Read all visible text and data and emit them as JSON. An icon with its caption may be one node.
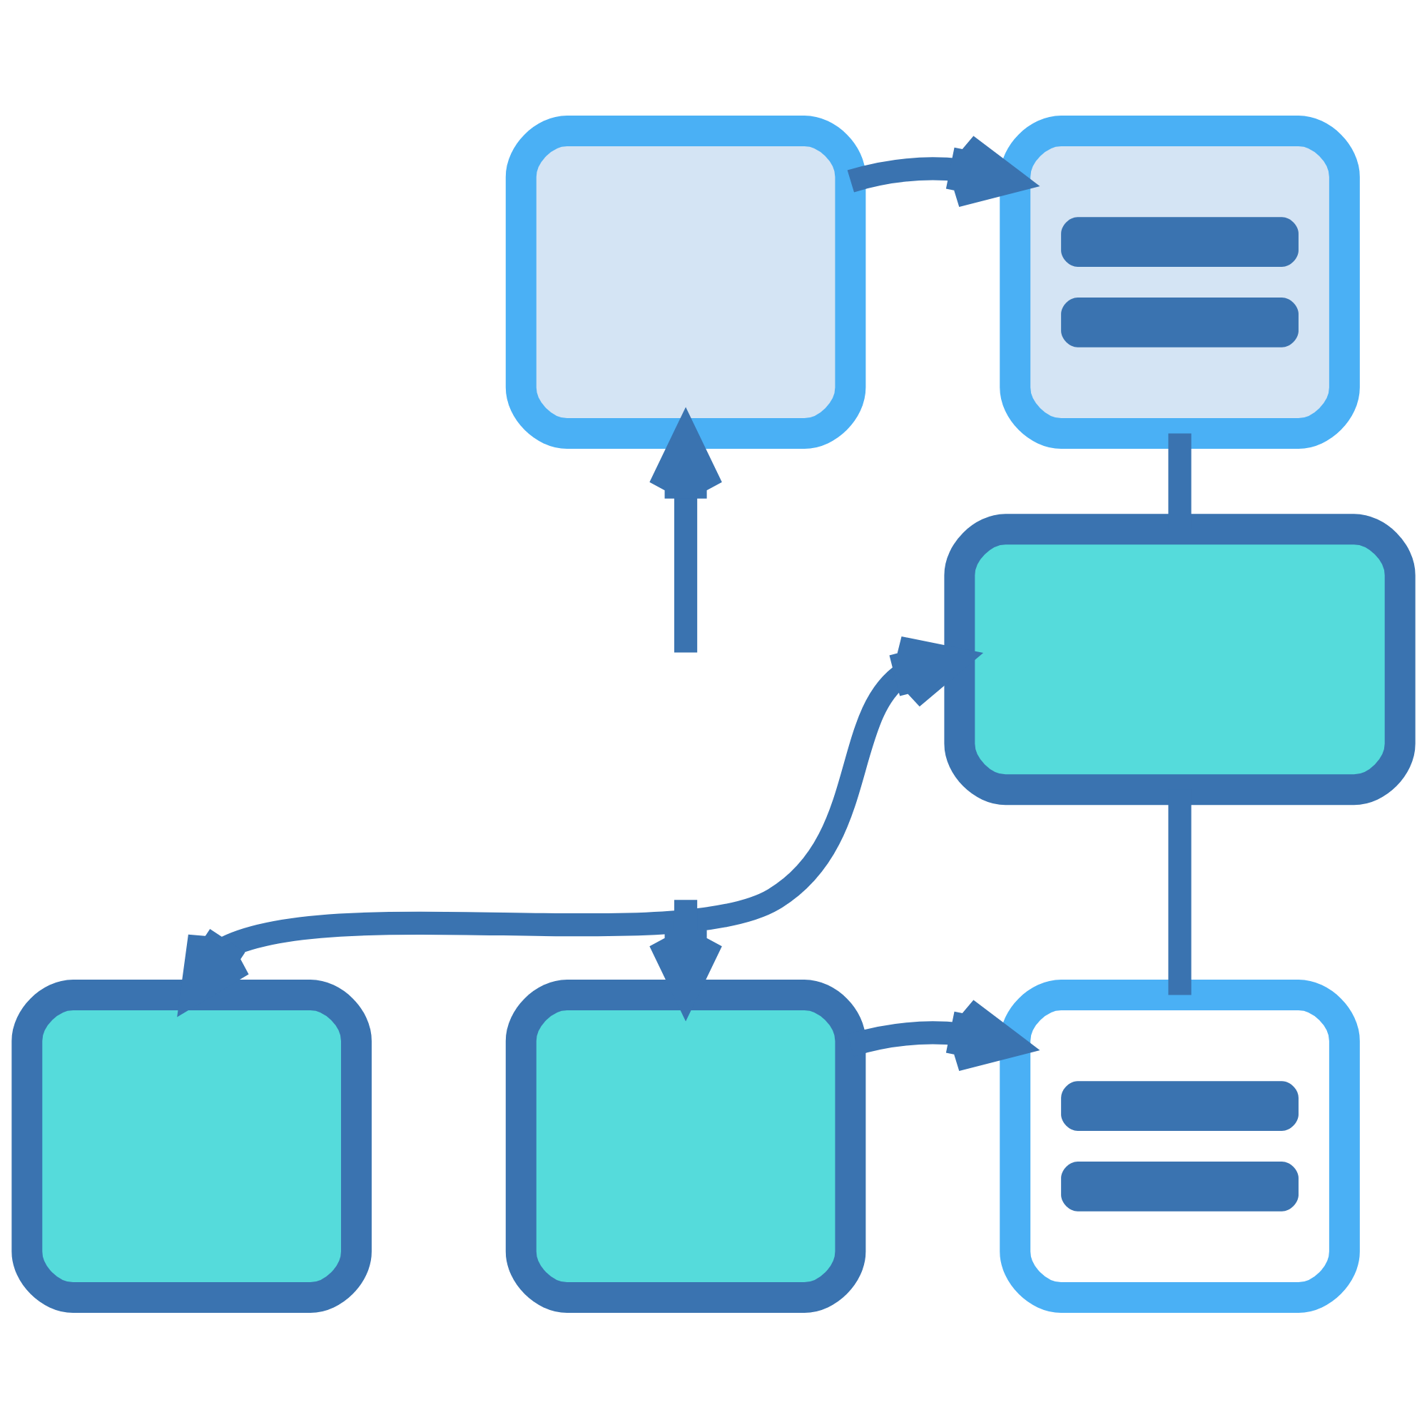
{
  "diagram": {
    "nodes": [
      {
        "text": [],
        "shape": "box"
      },
      {
        "text": [],
        "shape": "box"
      },
      {
        "text": [],
        "shape": "box"
      },
      {
        "text": [],
        "shape": "box"
      },
      {
        "text": [],
        "shape": "box"
      },
      {
        "text": [],
        "shape": "box"
      }
    ],
    "edges": [
      {
        "from": 0,
        "to": 1,
        "arrow": "to"
      },
      {
        "from": 1,
        "to": 2,
        "arrow": "none"
      },
      {
        "from": 3,
        "to": 2,
        "arrow": "both"
      },
      {
        "from": null,
        "to": 0,
        "arrow": "to"
      },
      {
        "from": null,
        "to": 4,
        "arrow": "to"
      },
      {
        "from": 2,
        "to": 5,
        "arrow": "none"
      },
      {
        "from": 4,
        "to": 5,
        "arrow": "to"
      }
    ]
  }
}
